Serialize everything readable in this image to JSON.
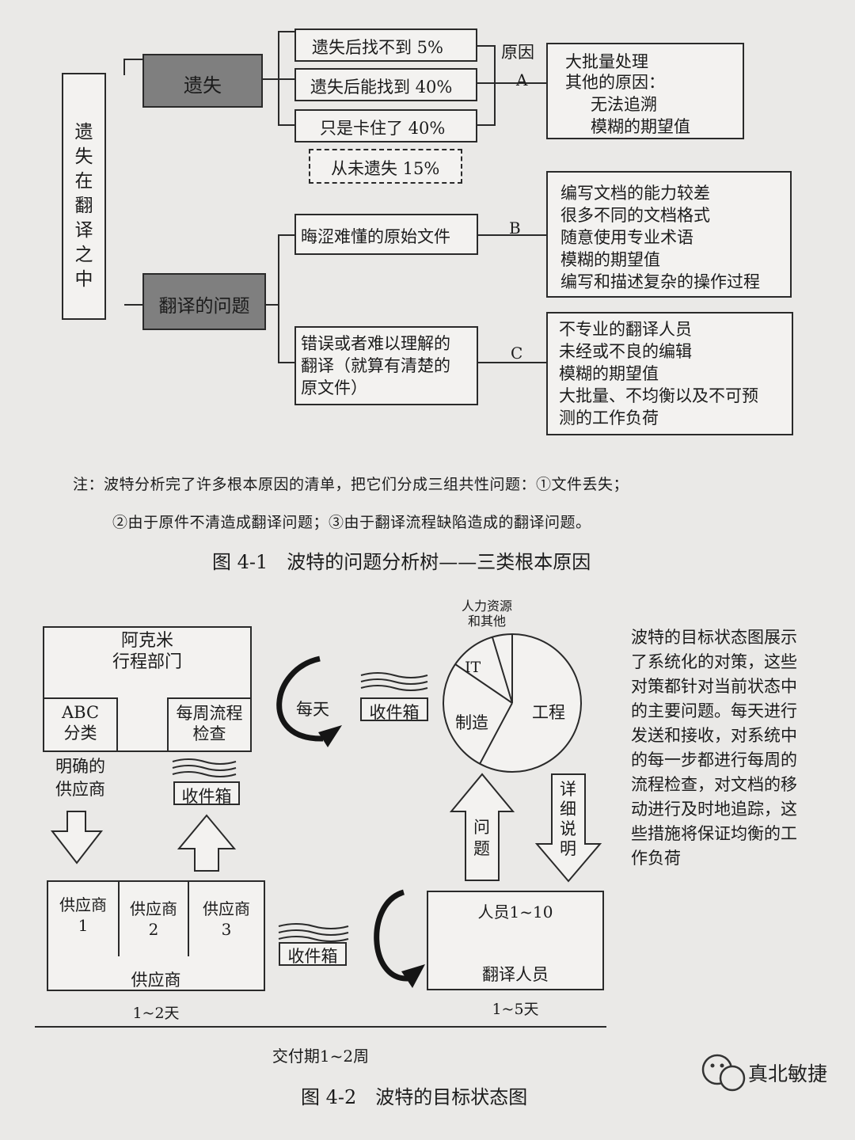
{
  "fig1": {
    "root_label": "遗失在翻译之中",
    "cat_lost": "遗失",
    "cat_translation": "翻译的问题",
    "lost_items": [
      "遗失后找不到 5%",
      "遗失后能找到 40%",
      "只是卡住了 40%"
    ],
    "never_lost": "从未遗失 15%",
    "reason_label": "原因",
    "letters": [
      "A",
      "B",
      "C"
    ],
    "causes_a": [
      "大批量处理",
      "其他的原因：",
      "无法追溯",
      "模糊的期望值"
    ],
    "item_b": "晦涩难懂的原始文件",
    "causes_b": [
      "编写文档的能力较差",
      "很多不同的文档格式",
      "随意使用专业术语",
      "模糊的期望值",
      "编写和描述复杂的操作过程"
    ],
    "item_c": "错误或者难以理解的\n翻译（就算有清楚的\n原文件）",
    "causes_c": [
      "不专业的翻译人员",
      "未经或不良的编辑",
      "模糊的期望值",
      "大批量、不均衡以及不可预",
      "测的工作负荷"
    ],
    "note_line1": "注：波特分析完了许多根本原因的清单，把它们分成三组共性问题：①文件丢失；",
    "note_line2": "②由于原件不清造成翻译问题；③由于翻译流程缺陷造成的翻译问题。",
    "caption": "图 4-1　波特的问题分析树——三类根本原因"
  },
  "fig2": {
    "acme": "阿克米\n行程部门",
    "abc": "ABC\n分类",
    "weekly": "每周流程\n检查",
    "clear_supplier": "明确的\n供应商",
    "inbox": "收件箱",
    "daily": "每天",
    "pie_top_label": "人力资源\n和其他",
    "pie_slices": [
      "IT",
      "制造",
      "工程"
    ],
    "problem": "问\n题",
    "detail": "详\n细\n说\n明",
    "suppliers": [
      "供应商\n1",
      "供应商\n2",
      "供应商\n3"
    ],
    "supplier_group": "供应商",
    "translators_top": "人员1~10",
    "translators_bottom": "翻译人员",
    "dur_supplier": "1~2天",
    "dur_translator": "1~5天",
    "delivery": "交付期1~2周",
    "side_text": "波特的目标状态图展示\n了系统化的对策，这些\n对策都针对当前状态中\n的主要问题。每天进行\n发送和接收，对系统中\n的每一步都进行每周的\n流程检查，对文档的移\n动进行及时地追踪，这\n些措施将保证均衡的工\n作负荷",
    "caption": "图 4-2　波特的目标状态图"
  },
  "watermark": "真北敏捷"
}
